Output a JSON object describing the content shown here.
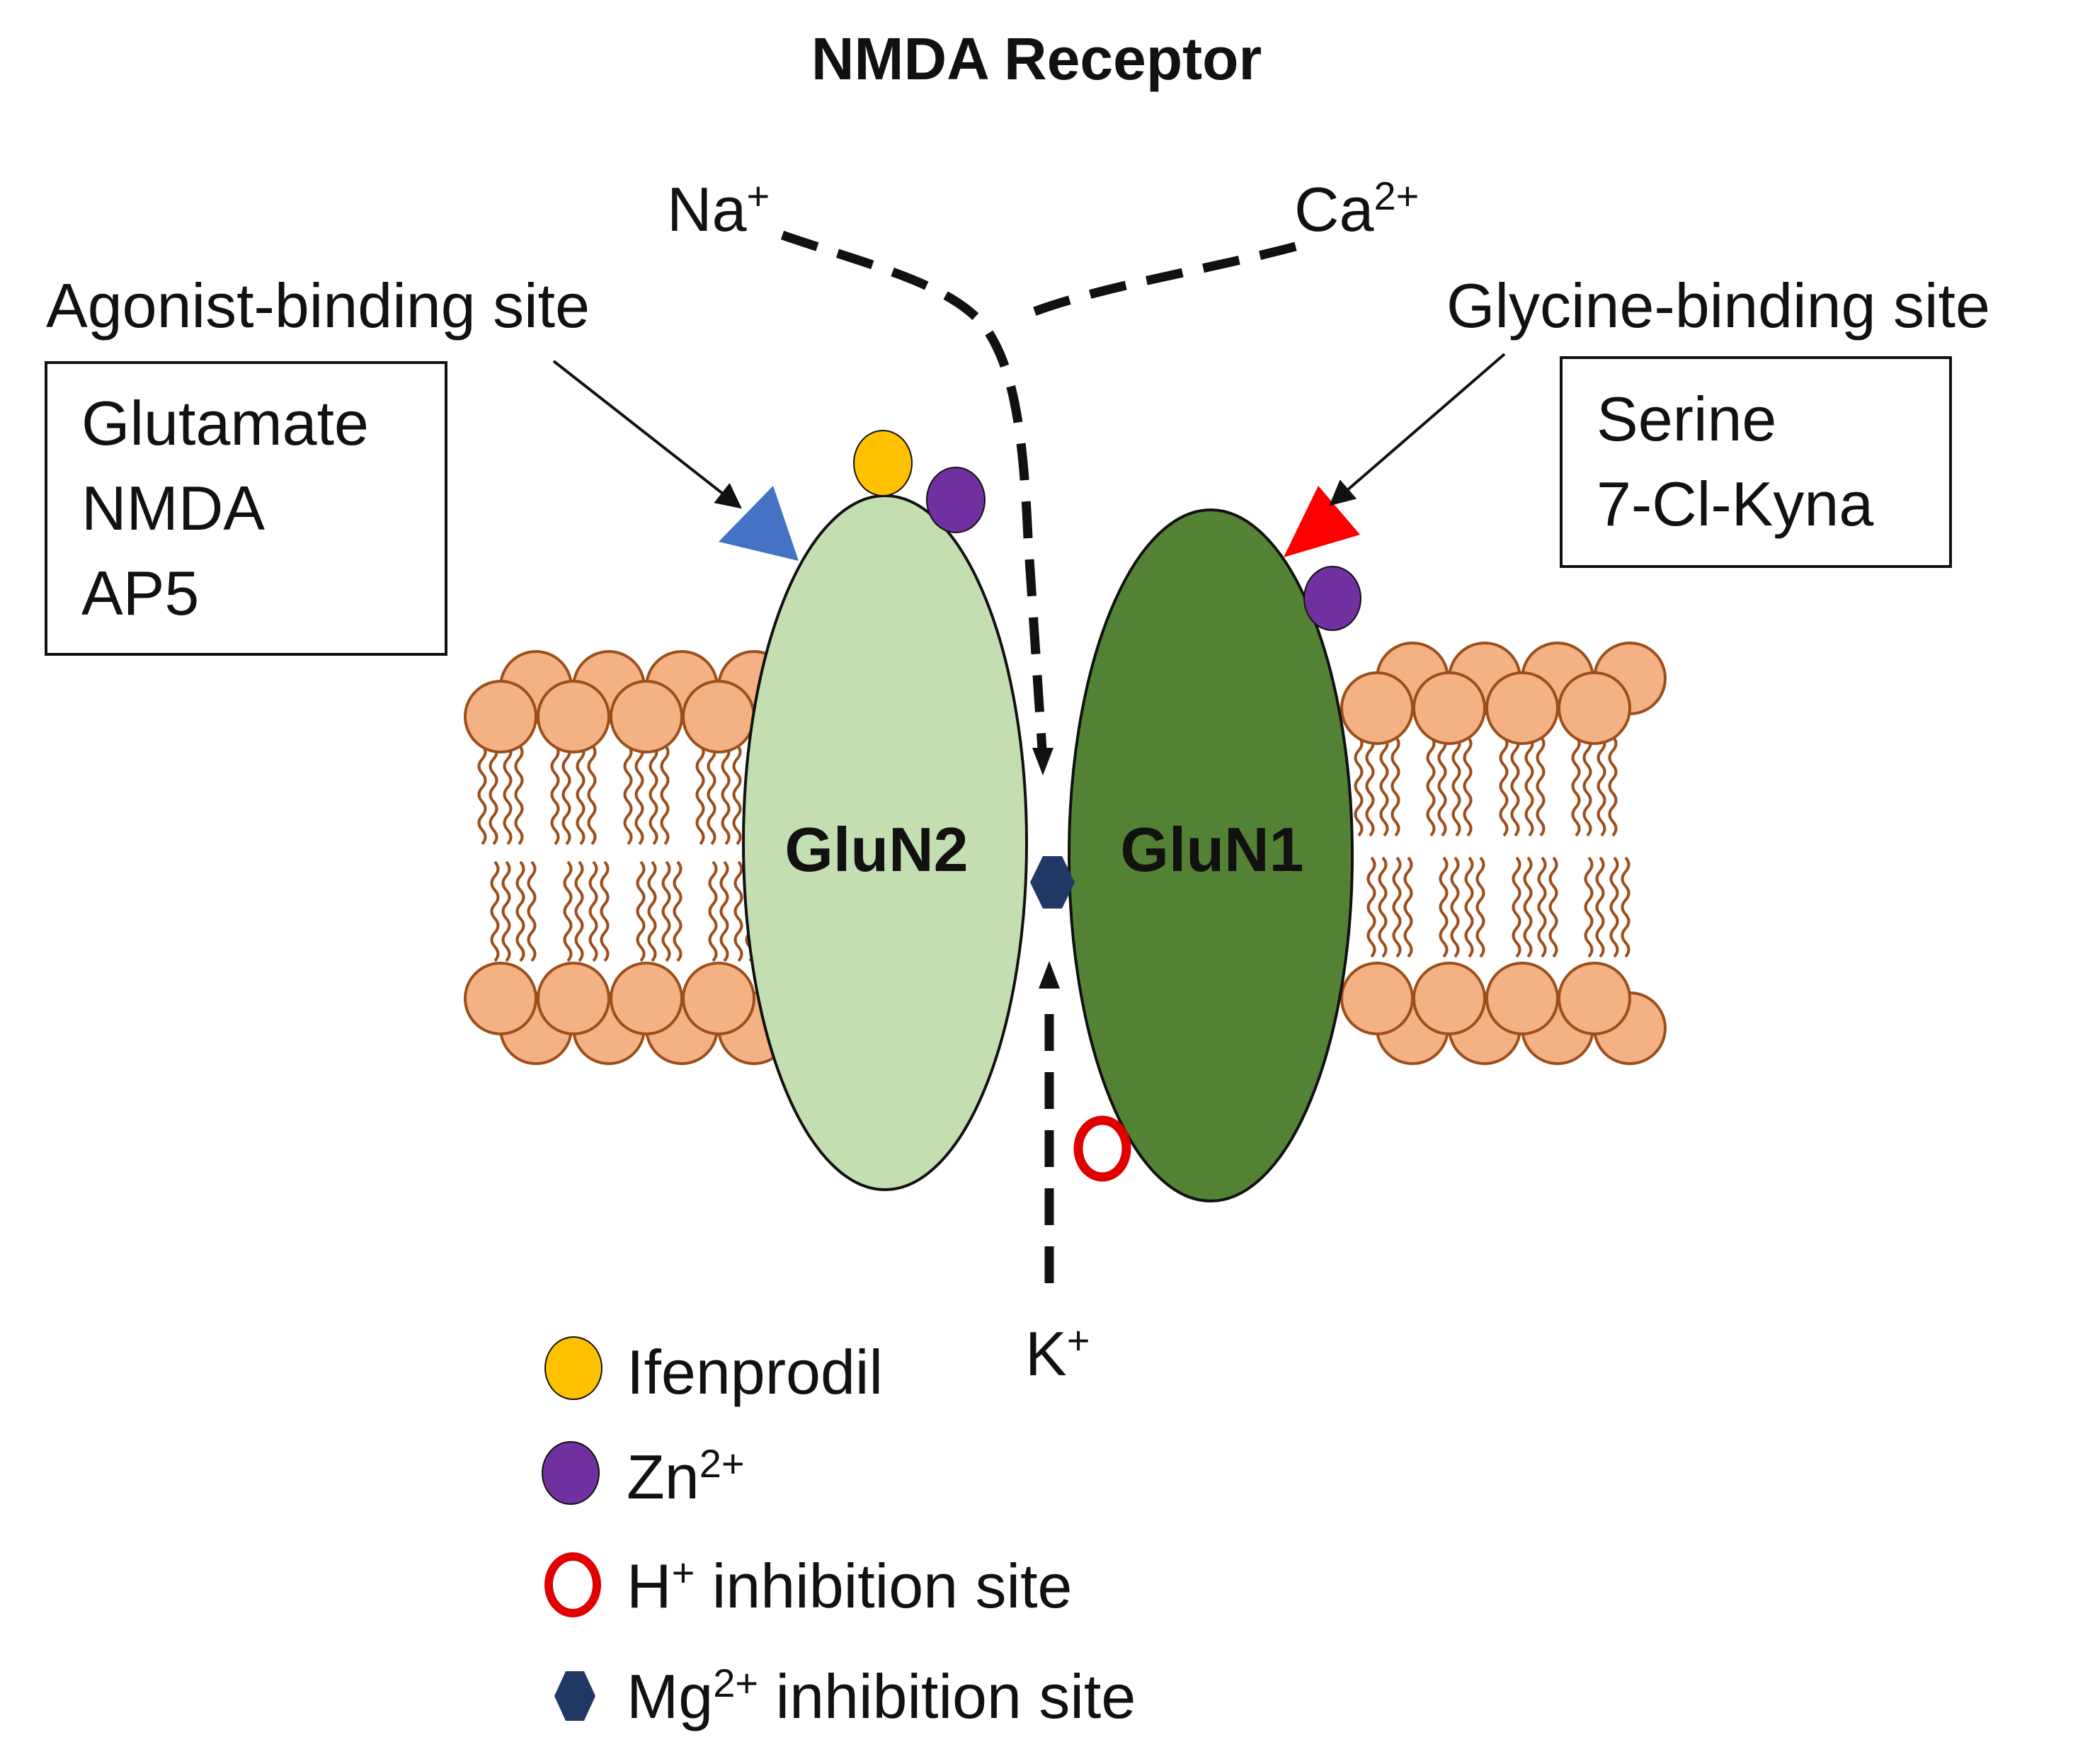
{
  "title": "NMDA Receptor",
  "ions": {
    "na": {
      "base": "Na",
      "sup": "+"
    },
    "ca": {
      "base": "Ca",
      "sup": "2+"
    },
    "k": {
      "base": "K",
      "sup": "+"
    }
  },
  "agonist_site": {
    "label": "Agonist-binding site",
    "ligands": [
      "Glutamate",
      "NMDA",
      "AP5"
    ]
  },
  "glycine_site": {
    "label": "Glycine-binding site",
    "ligands": [
      "Serine",
      "7-Cl-Kyna"
    ]
  },
  "subunits": {
    "left": "GluN2",
    "right": "GluN1"
  },
  "legend": [
    {
      "icon": "ifenprodil-dot-icon",
      "base": "Ifenprodil",
      "sup": "",
      "rest": ""
    },
    {
      "icon": "zinc-dot-icon",
      "base": "Zn",
      "sup": "2+",
      "rest": ""
    },
    {
      "icon": "proton-ring-icon",
      "base": "H",
      "sup": "+",
      "rest": " inhibition site"
    },
    {
      "icon": "magnesium-hexagon-icon",
      "base": "Mg",
      "sup": "2+",
      "rest": " inhibition site"
    }
  ],
  "colors": {
    "glun2_fill": "#c3dfb2",
    "glun1_fill": "#548235",
    "lipid_head": "#f4b183",
    "lipid_stroke": "#9c4f1b",
    "agonist_triangle": "#4472c4",
    "glycine_triangle": "#ff0000",
    "ifenprodil": "#ffc000",
    "zinc": "#7030a0",
    "proton_ring": "#e00000",
    "magnesium": "#1f3864"
  }
}
